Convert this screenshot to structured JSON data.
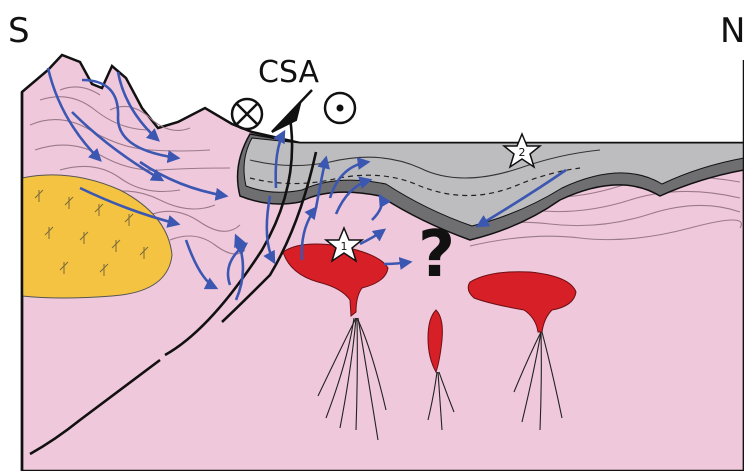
{
  "direction_labels": {
    "south": "S",
    "north": "N"
  },
  "fault_zone_label": "CSA",
  "question_mark": "?",
  "stars": [
    {
      "label": "1"
    },
    {
      "label": "2"
    }
  ],
  "colors": {
    "crust": "#f0c8dc",
    "foliation": "#9a7a88",
    "granite_body": "#f5c342",
    "basin_fill": "#bdbdbf",
    "basin_base": "#6f6f72",
    "intrusion": "#d61f26",
    "fluid_arrows": "#3c57b2",
    "outline": "#111111"
  },
  "icons": {
    "into_page": "circle-x-icon",
    "out_of_page": "circle-dot-icon",
    "sense_arrow": "half-arrow-icon"
  }
}
